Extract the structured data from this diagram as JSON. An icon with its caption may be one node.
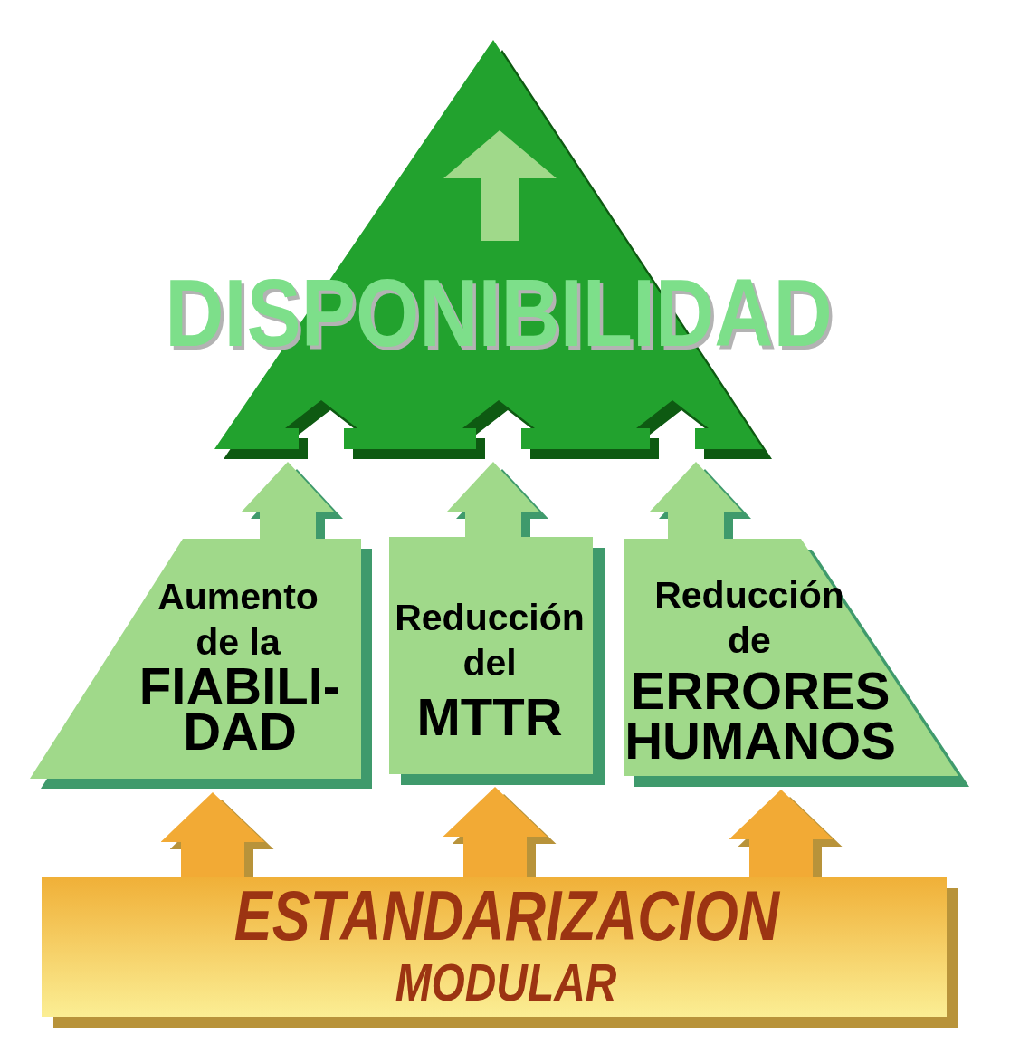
{
  "diagram": {
    "nodes": [
      {
        "text": [
          "DISPONIBILIDAD"
        ]
      },
      {
        "text": [
          "Aumento de la",
          "FIABILI- DAD"
        ]
      },
      {
        "text": [
          "Reducción del",
          "MTTR"
        ]
      },
      {
        "text": [
          "Reducción de",
          "ERRORES HUMANOS"
        ]
      },
      {
        "text": [
          "ESTANDARIZACION",
          "MODULAR"
        ]
      }
    ],
    "edges": [
      {
        "from": 1,
        "to": 0,
        "arrow": "to",
        "color": "#a0d98a"
      },
      {
        "from": 2,
        "to": 0,
        "arrow": "to",
        "color": "#a0d98a"
      },
      {
        "from": 3,
        "to": 0,
        "arrow": "to",
        "color": "#a0d98a"
      },
      {
        "from": 4,
        "to": 1,
        "arrow": "to",
        "color": "#f2aa35"
      },
      {
        "from": 4,
        "to": 2,
        "arrow": "to",
        "color": "#f2aa35"
      },
      {
        "from": 4,
        "to": 3,
        "arrow": "to",
        "color": "#f2aa35"
      }
    ]
  }
}
